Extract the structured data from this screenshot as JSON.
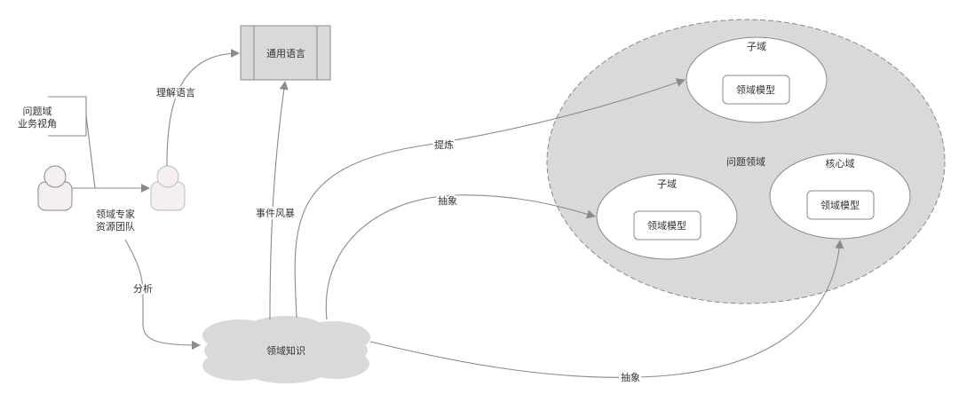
{
  "nodes": {
    "ubiquitous_language": "通用语言",
    "problem_view": [
      "问题域",
      "业务视角"
    ],
    "expert_team": [
      "领域专家",
      "资源团队"
    ],
    "domain_knowledge": "领域知识",
    "problem_domain": "问题领域",
    "subdomain_top": {
      "title": "子域",
      "model": "领域模型"
    },
    "subdomain_left": {
      "title": "子域",
      "model": "领域模型"
    },
    "core_domain": {
      "title": "核心域",
      "model": "领域模型"
    }
  },
  "edges": {
    "understand_language": "理解语言",
    "event_storming": "事件风暴",
    "analyze": "分析",
    "refine": "提炼",
    "abstract_sub": "抽象",
    "abstract_core": "抽象"
  },
  "colors": {
    "fill_gray": "#d9d9d9",
    "stroke": "#8a8a8a",
    "person_fill": "#f5eff1"
  }
}
